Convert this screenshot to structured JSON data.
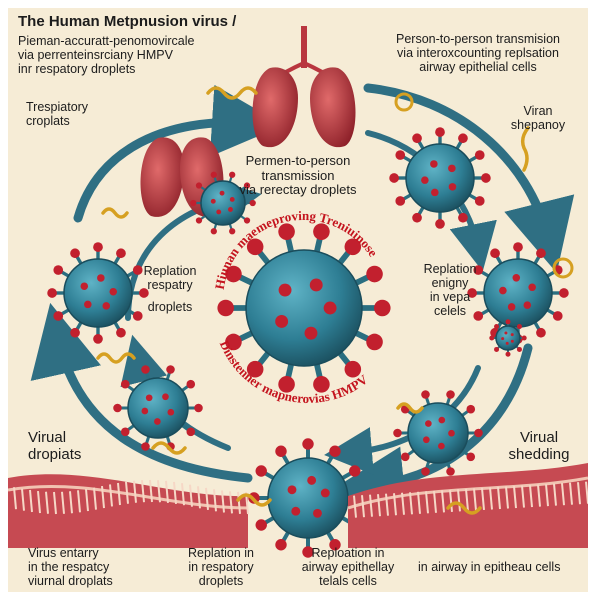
{
  "title": "The Human Metpnusion virus /",
  "subtitle_lines": [
    "Pieman-accuratt-penomovircale",
    "via perrenteinsrciany HMPV",
    "inr respatory droplets"
  ],
  "top_right_lines": [
    "Person-to-person transmision",
    "via interoxcounting replsation",
    "airway epithelial cells"
  ],
  "left_top_lines": [
    "Trespiatory",
    "croplats"
  ],
  "right_top_lines": [
    "Viran",
    "shepanoy"
  ],
  "center_top_lines": [
    "Permen-to-person",
    "transmission",
    "via rerectay droplets"
  ],
  "left_mid_lines": [
    "Replation",
    "respatry",
    "droplets"
  ],
  "right_mid_lines": [
    "Replation",
    "enigny",
    "in vepa",
    "celels"
  ],
  "left_low_lines": [
    "Virual",
    "dropiats"
  ],
  "right_low_lines": [
    "Virual",
    "shedding"
  ],
  "bottom_labels": [
    [
      "Virus entarry",
      "in the respatcy",
      "viurnal droplats"
    ],
    [
      "Replation in",
      "in respatory",
      "droplets"
    ],
    [
      "Reploation in",
      "airway epithellay",
      "telals cells"
    ],
    [
      "in airway in epitheau cells"
    ]
  ],
  "ring_text_top": "Hiunan maemeproving   Treniuinose",
  "ring_text_bottom": "Dinstenner mapnerovias HMPV",
  "colors": {
    "background": "#f6ecd6",
    "arrow": "#2f6f83",
    "virus_body": "#2e7e94",
    "virus_spike": "#c2202e",
    "lung": "#b9363f",
    "tissue": "#c64a52",
    "ring_text": "#c4141e"
  }
}
